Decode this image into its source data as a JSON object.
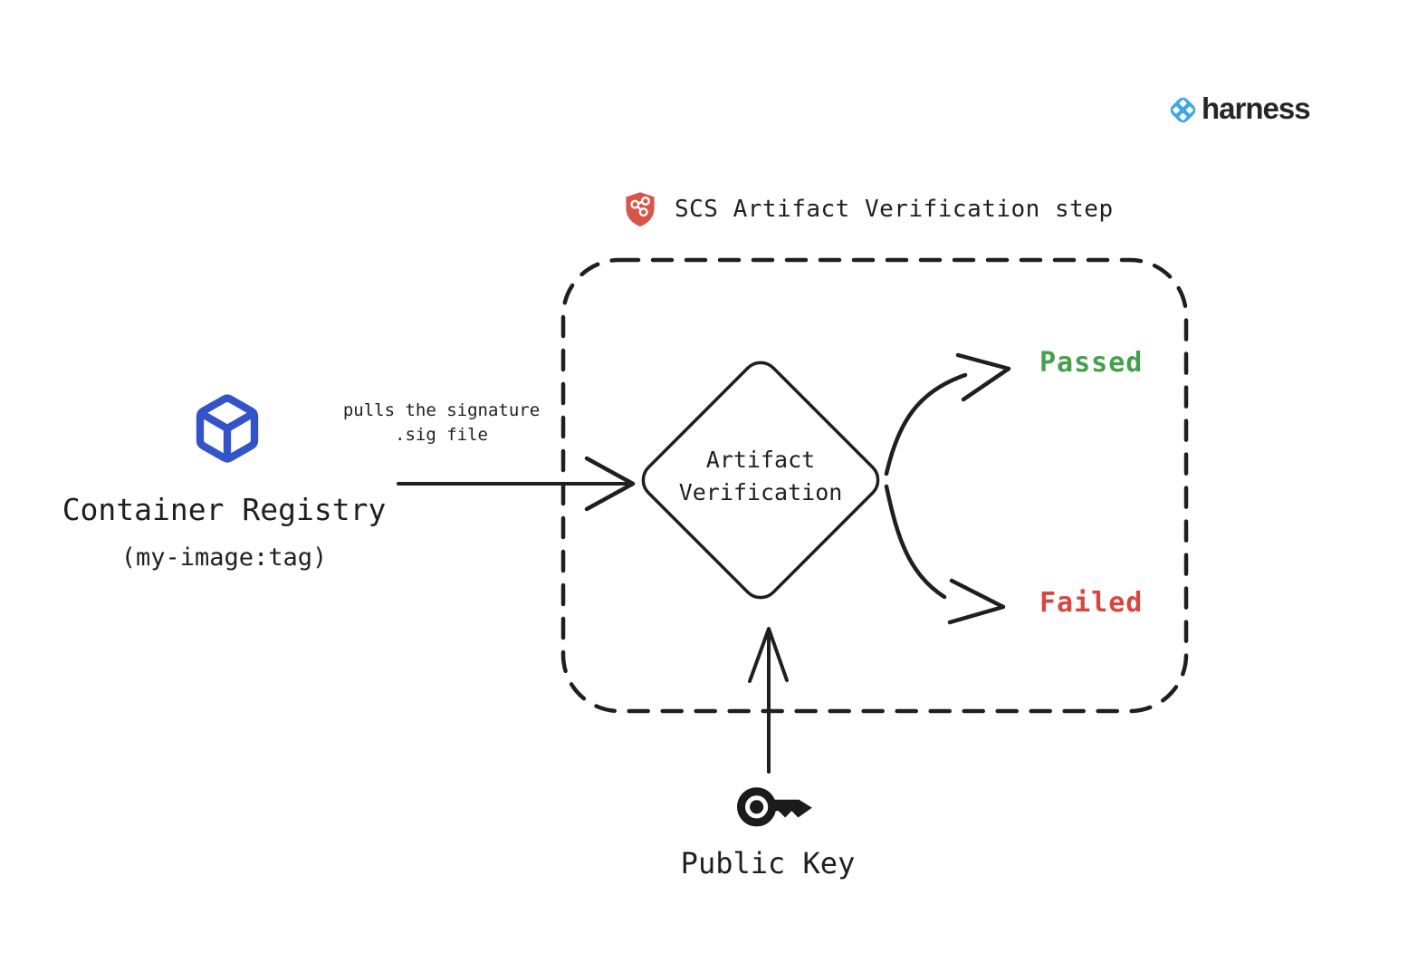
{
  "page": {
    "background_color": "#ffffff",
    "ink_color": "#1f1f1f"
  },
  "brand": {
    "logo_text": "harness",
    "logo_icon": "harness-logo-icon",
    "logo_icon_color": "#3fa7e1",
    "logo_text_color": "#262626"
  },
  "step_header": {
    "icon": "shield-pipeline-icon",
    "icon_color": "#d65647",
    "title": "SCS Artifact Verification step"
  },
  "container_registry": {
    "icon": "cube-icon",
    "icon_color": "#3353cb",
    "title": "Container Registry",
    "subtitle": "(my-image:tag)"
  },
  "input_arrow": {
    "label_line1": "pulls the signature",
    "label_line2": ".sig file"
  },
  "decision": {
    "label_line1": "Artifact",
    "label_line2": "Verification"
  },
  "outcomes": {
    "passed": {
      "label": "Passed",
      "color": "#46a04b"
    },
    "failed": {
      "label": "Failed",
      "color": "#d9463f"
    }
  },
  "public_key": {
    "icon": "key-icon",
    "label": "Public Key"
  }
}
